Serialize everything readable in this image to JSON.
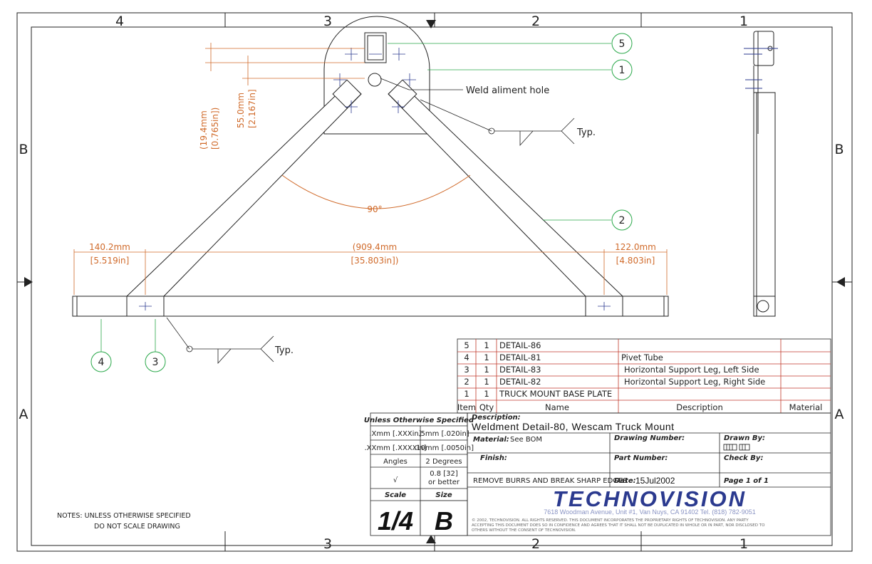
{
  "zones": {
    "top": [
      "4",
      "3",
      "2",
      "1"
    ],
    "bottom": [
      "3",
      "2",
      "1"
    ],
    "left": [
      "B",
      "A"
    ],
    "right": [
      "B",
      "A"
    ]
  },
  "dimensions": {
    "d1_mm": "(19.4mm",
    "d1_in": "[0.765in])",
    "d2_mm": "55.0mm",
    "d2_in": "[2.167in]",
    "angle": "90°",
    "left_mm": "140.2mm",
    "left_in": "[5.519in]",
    "center_mm": "(909.4mm",
    "center_in": "[35.803in])",
    "right_mm": "122.0mm",
    "right_in": "[4.803in]"
  },
  "annotations": {
    "weld_hole": "Weld aliment hole",
    "typ_top": "Typ.",
    "typ_bottom": "Typ."
  },
  "balloons": [
    "5",
    "1",
    "2",
    "4",
    "3"
  ],
  "bom": {
    "rows": [
      {
        "item": "5",
        "qty": "1",
        "name": "DETAIL-86",
        "description": "",
        "material": ""
      },
      {
        "item": "4",
        "qty": "1",
        "name": "DETAIL-81",
        "description": "Pivet Tube",
        "material": ""
      },
      {
        "item": "3",
        "qty": "1",
        "name": "DETAIL-83",
        "description": "Horizontal Support Leg, Left Side",
        "material": ""
      },
      {
        "item": "2",
        "qty": "1",
        "name": "DETAIL-82",
        "description": "Horizontal Support Leg, Right Side",
        "material": ""
      },
      {
        "item": "1",
        "qty": "1",
        "name": "TRUCK MOUNT BASE PLATE",
        "description": "",
        "material": ""
      }
    ],
    "headers": {
      "item": "Item",
      "qty": "Qty",
      "name": "Name",
      "description": "Description",
      "material": "Material"
    }
  },
  "tolerances": {
    "title": "Unless Otherwise Specified",
    "row1_a": ".Xmm [.XXXin]",
    "row1_b": ".5mm [.020in]",
    "row2_a": ".XXmm [.XXXXin]",
    "row2_b": ".10mm [.0050in]",
    "angles_label": "Angles",
    "angles_value": "2 Degrees",
    "finish_symbol": "√",
    "finish_value1": "0.8 [32]",
    "finish_value2": "or better",
    "scale_label": "Scale",
    "size_label": "Size",
    "scale_value": "1/4",
    "size_value": "B"
  },
  "title_block": {
    "description_label": "Description:",
    "description_value": "Weldment Detail-80, Wescam Truck Mount",
    "material_label": "Material:",
    "material_value": "See BOM",
    "drawing_number_label": "Drawing Number:",
    "drawn_by_label": "Drawn By:",
    "finish_label": "Finish:",
    "part_number_label": "Part Number:",
    "check_by_label": "Check By:",
    "remove_burrs": "REMOVE BURRS AND BREAK SHARP EDGES",
    "date_label": "Date:",
    "date_value": "15Jul2002",
    "page_label": "Page 1 of 1",
    "company": "TECHNOVISION",
    "address": "7618 Woodman Avenue, Unit #1, Van Nuys, CA 91402  Tel. (818) 782-9051",
    "copyright1": "© 2002, TECHNOVISION. ALL RIGHTS RESERVED.  THIS DOCUMENT INCORPORATES THE PROPRIETARY RIGHTS OF TECHNOVISION. ANY PARTY",
    "copyright2": "ACCEPTING THIS DOCUMENT DOES SO IN CONFIDENCE AND AGREES THAT IT SHALL NOT BE DUPLICATED IN WHOLE OR IN PART, NOR DISCLOSED TO",
    "copyright3": "OTHERS WITHOUT THE CONSENT OF TECHNOVISION."
  },
  "notes": {
    "line1": "NOTES: UNLESS OTHERWISE SPECIFIED",
    "line2": "DO NOT SCALE DRAWING"
  },
  "colors": {
    "dimension": "#d06a2a",
    "leader": "#2aa84a",
    "bom_grid": "#c0392b",
    "logo": "#2b3a8f",
    "line": "#222222"
  }
}
